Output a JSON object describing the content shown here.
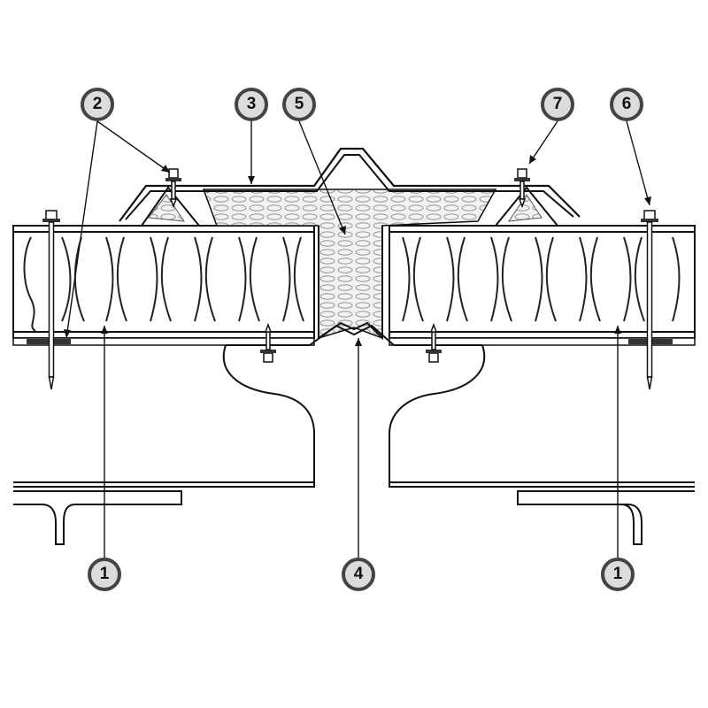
{
  "callouts": {
    "c1_left": "1",
    "c1_right": "1",
    "c2": "2",
    "c3": "3",
    "c4": "4",
    "c5": "5",
    "c6": "6",
    "c7": "7"
  },
  "colors": {
    "line": "#111111",
    "callout_fill": "#dcdcdc",
    "callout_border": "#444444",
    "insulation_fill": "#e8e8e8",
    "gasket": "#333333"
  },
  "icons": [
    "screw-icon",
    "washer-icon",
    "insulation-pattern"
  ]
}
